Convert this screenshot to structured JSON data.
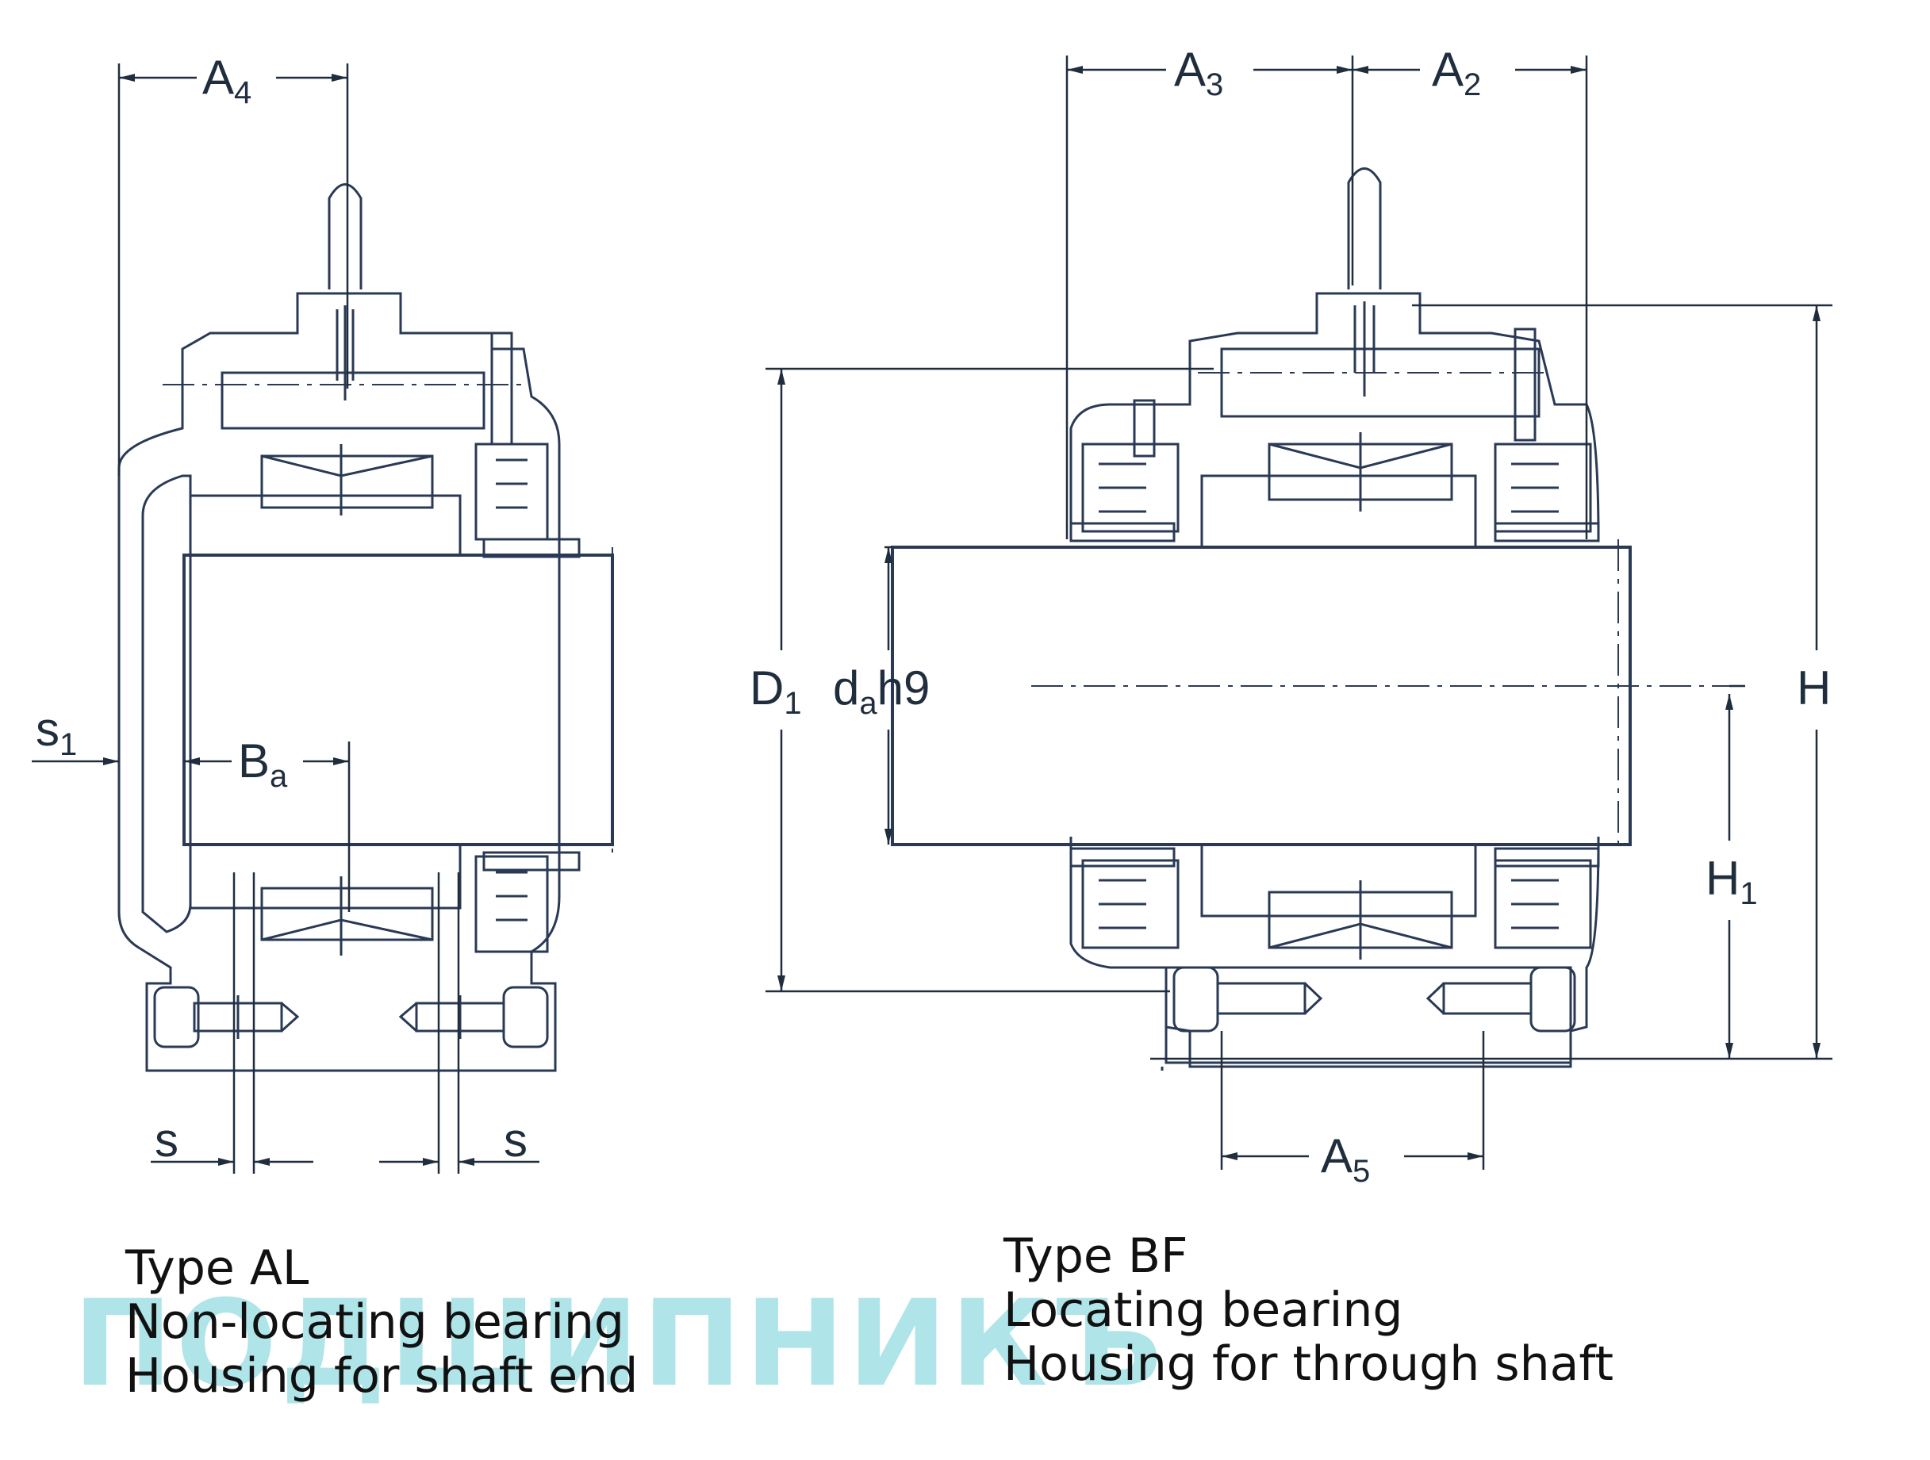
{
  "labels": {
    "a4": "A",
    "a4_sub": "4",
    "a3": "A",
    "a3_sub": "3",
    "a2": "A",
    "a2_sub": "2",
    "a5": "A",
    "a5_sub": "5",
    "ba": "B",
    "ba_sub": "a",
    "s1": "s",
    "s1_sub": "1",
    "s_left": "s",
    "s_right": "s",
    "d1": "D",
    "d1_sub": "1",
    "da": "d",
    "da_sub": "a",
    "da_tol": "h9",
    "h": "H",
    "h1": "H",
    "h1_sub": "1"
  },
  "captions": {
    "left": [
      "Type AL",
      "Non-locating bearing",
      "Housing for shaft end"
    ],
    "right": [
      "Type BF",
      "Locating bearing",
      "Housing for through shaft"
    ]
  },
  "watermark": "ПОДШИПНИКЪ",
  "colors": {
    "outline": "#2a3a55",
    "dimension": "#1f2d3d",
    "watermark": "#6ecdd7"
  }
}
